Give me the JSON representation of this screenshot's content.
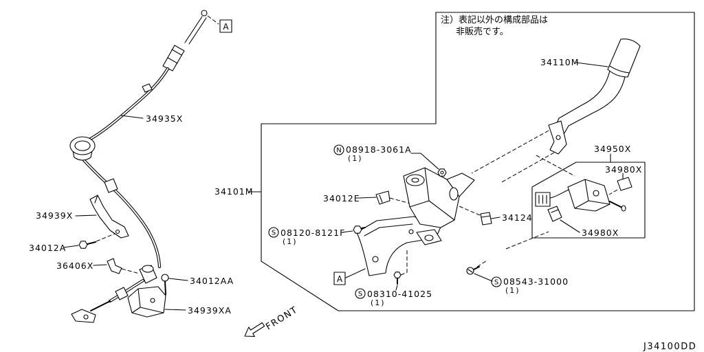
{
  "note": {
    "line1": "注）表記以外の構成部品は",
    "line2": "非販売です。"
  },
  "diagram_code": "J34100DD",
  "direction_label": "FRONT",
  "reference_marks": {
    "top": "A",
    "bottom": "A"
  },
  "labels": {
    "p34935X": "34935X",
    "p34939X": "34939X",
    "p34012A": "34012A",
    "p36406X": "36406X",
    "p34012AA": "34012AA",
    "p34939XA": "34939XA",
    "p34110M": "34110M",
    "p34101M": "34101M",
    "p34012E": "34012E",
    "p34124": "34124",
    "p34950X": "34950X",
    "p34980X_upper": "34980X",
    "p34980X_lower": "34980X",
    "nut": {
      "prefix": "N",
      "number": "08918-3061A",
      "qty": "(1)"
    },
    "bolt_a": {
      "prefix": "S",
      "number": "08120-8121F",
      "qty": "(1)"
    },
    "bolt_b": {
      "prefix": "S",
      "number": "08310-41025",
      "qty": "(1)"
    },
    "screw": {
      "prefix": "S",
      "number": "08543-31000",
      "qty": "(1)"
    }
  }
}
